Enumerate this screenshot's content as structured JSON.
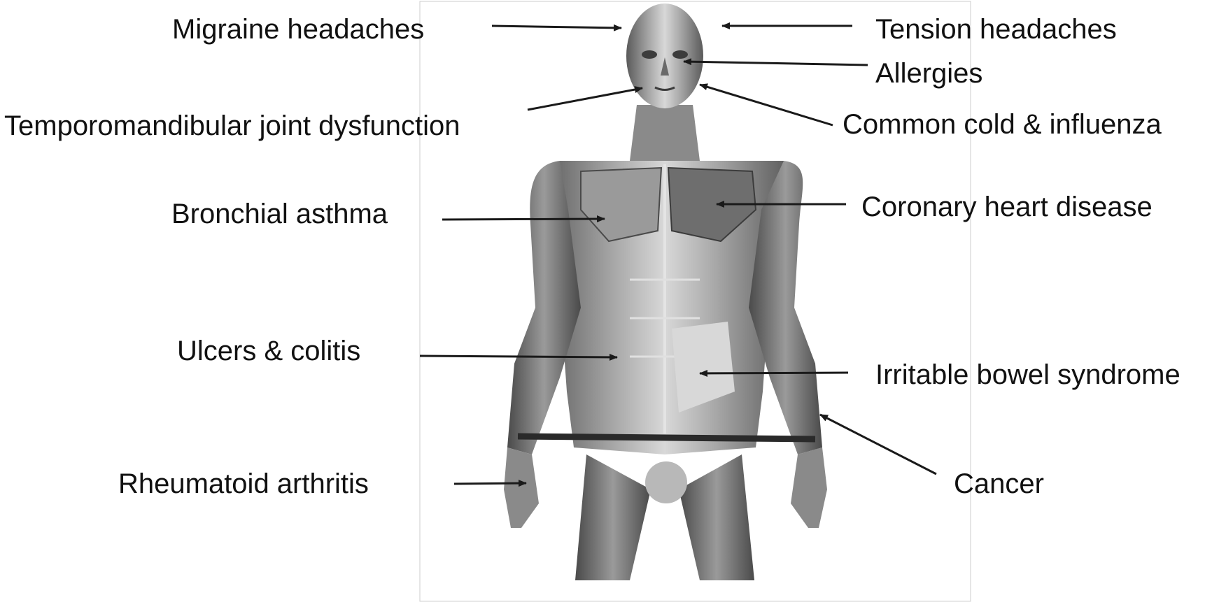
{
  "labels": {
    "migraine": "Migraine headaches",
    "tension": "Tension headaches",
    "allergies": "Allergies",
    "tmj": "Temporomandibular joint dysfunction",
    "cold": "Common cold & influenza",
    "asthma": "Bronchial asthma",
    "heart": "Coronary heart disease",
    "ulcers": "Ulcers & colitis",
    "ibs": "Irritable bowel syndrome",
    "arthritis": "Rheumatoid arthritis",
    "cancer": "Cancer"
  },
  "figure": {
    "subject": "anatomical-muscle-figure",
    "colors": {
      "background": "#ffffff",
      "figure_light": "#d4d4d4",
      "figure_mid": "#8c8c8c",
      "figure_dark": "#3c3c3c",
      "band": "#2a2a2a",
      "arrow": "#1a1a1a",
      "frame": "#cccccc"
    }
  }
}
